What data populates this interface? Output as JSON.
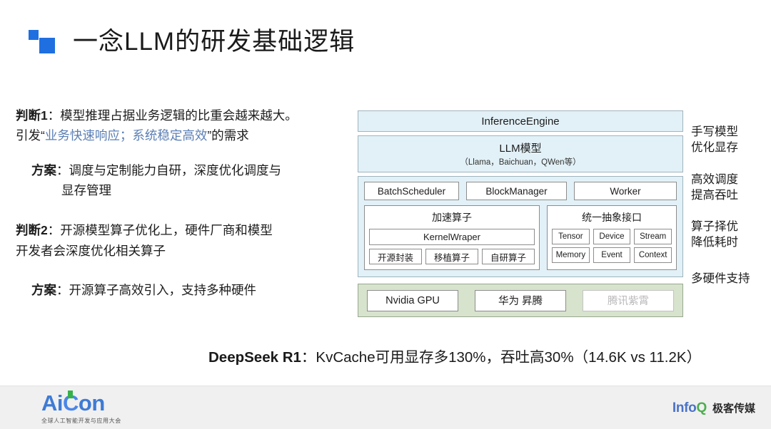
{
  "title": "一念LLM的研发基础逻辑",
  "logo": {
    "icon_small": "square-icon",
    "icon_large": "square-icon",
    "color": "#1f6fe0"
  },
  "left_column": {
    "block1": {
      "lead": "判断1",
      "colon": "：",
      "text_line1": "模型推理占据业务逻辑的比重会越来越大。",
      "text_line2_prefix": "引发",
      "quote_open": "“",
      "highlight": "业务快速响应；系统稳定高效",
      "quote_close": "”",
      "text_line2_suffix": "的需求",
      "highlight_color": "#5b7fb5"
    },
    "block2": {
      "lead": "方案",
      "colon": "：",
      "line1": "调度与定制能力自研，深度优化调度与",
      "line2": "显存管理"
    },
    "block3": {
      "lead": "判断2",
      "colon": "：",
      "line1": "开源模型算子优化上，硬件厂商和模型",
      "line2": "开发者会深度优化相关算子"
    },
    "block4": {
      "lead": "方案",
      "colon": "：",
      "line1": "开源算子高效引入，支持多种硬件"
    }
  },
  "diagram": {
    "engine": "InferenceEngine",
    "model": {
      "title": "LLM模型",
      "subtitle": "（Llama，Baichuan，QWen等）"
    },
    "core": {
      "top_row": [
        "BatchScheduler",
        "BlockManager",
        "Worker"
      ],
      "accel": {
        "title": "加速算子",
        "kernel": "KernelWraper",
        "ops": [
          "开源封装",
          "移植算子",
          "自研算子"
        ]
      },
      "api": {
        "title": "统一抽象接口",
        "row1": [
          "Tensor",
          "Device",
          "Stream"
        ],
        "row2": [
          "Memory",
          "Event",
          "Context"
        ]
      }
    },
    "hardware": [
      {
        "label": "Nvidia GPU",
        "dim": false
      },
      {
        "label": "华为 昇腾",
        "dim": false
      },
      {
        "label": "腾讯紫霄",
        "dim": true
      }
    ],
    "colors": {
      "band_fill": "#e2f1f7",
      "band_border": "#9fb4bd",
      "hardware_fill": "#d7e3cd",
      "hardware_border": "#9aa893",
      "chip_border": "#8d8d8d"
    }
  },
  "annotations": [
    {
      "line1": "手写模型",
      "line2": "优化显存"
    },
    {
      "line1": "高效调度",
      "line2": "提高吞吐"
    },
    {
      "line1": "算子择优",
      "line2": "降低耗时"
    },
    {
      "line1": "多硬件支持",
      "line2": ""
    }
  ],
  "bottom_line": {
    "bold": "DeepSeek R1",
    "rest": "：KvCache可用显存多130%，吞吐高30%（14.6K vs 11.2K）"
  },
  "footer": {
    "aicon": {
      "a": "A",
      "i": "i",
      "c": "C",
      "o": "o",
      "n": "n",
      "subtitle": "全球人工智能开发与应用大会"
    },
    "infoq": {
      "info": "Info",
      "q": "Q",
      "brand": "极客传媒"
    }
  }
}
